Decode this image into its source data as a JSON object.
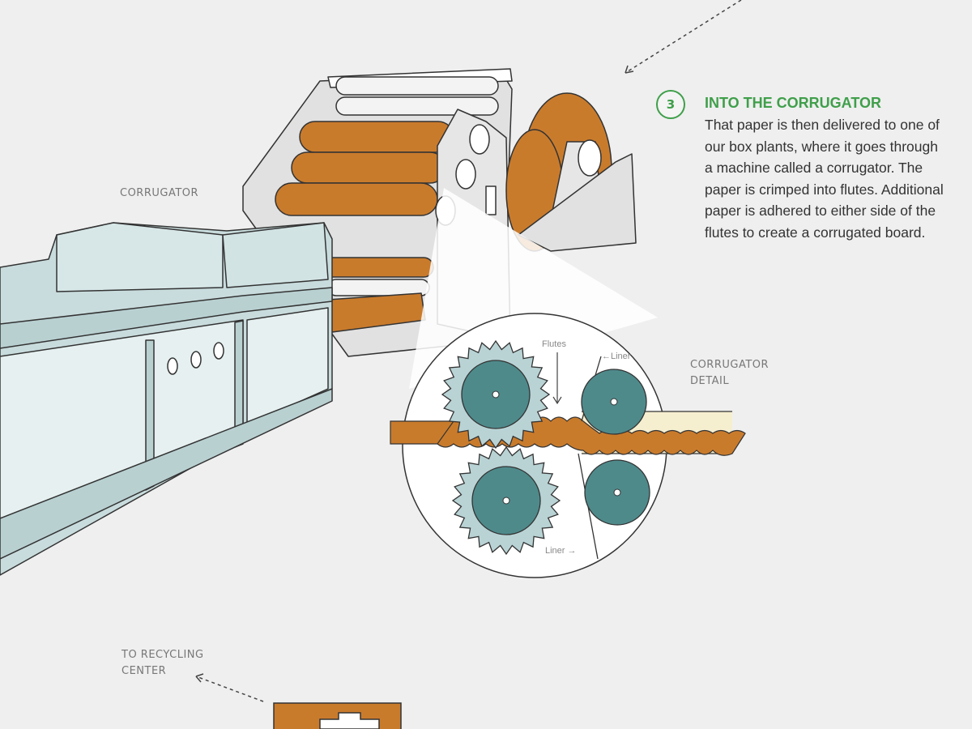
{
  "step": {
    "number": "3",
    "title": "INTO THE CORRUGATOR",
    "body": "That paper is then delivered to one of our box plants, where it goes through a machine called a corrugator. The paper is crimped into flutes. Additional paper is adhered to either side of the flutes to create a corrugated board."
  },
  "labels": {
    "corrugator": "CORRUGATOR",
    "detail_line1": "CORRUGATOR",
    "detail_line2": "DETAIL",
    "recycling_line1": "TO RECYCLING",
    "recycling_line2": "CENTER"
  },
  "detail": {
    "flutes": "Flutes",
    "liner_top": "←Liner",
    "liner_bottom": "Liner →"
  },
  "colors": {
    "accent_green": "#3f9f4a",
    "paper_orange": "#c97b2c",
    "machine_blue": "#c9dcdd",
    "roller_teal": "#4f8a8b",
    "liner_cream": "#f6efcf"
  }
}
